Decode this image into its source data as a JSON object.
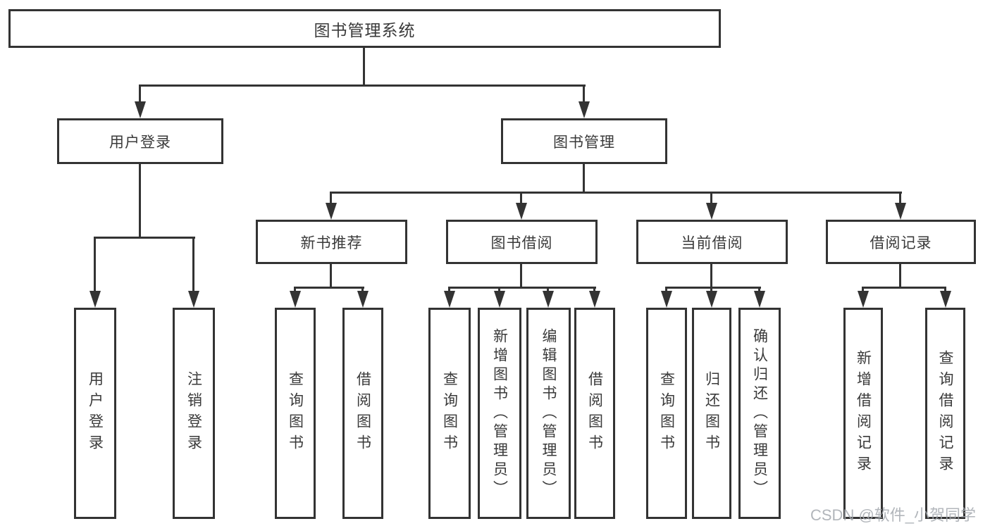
{
  "tree": {
    "root": {
      "label": "图书管理系统"
    },
    "branches": [
      {
        "label": "用户登录",
        "children": [
          {
            "label": "用户登录"
          },
          {
            "label": "注销登录"
          }
        ]
      },
      {
        "label": "图书管理",
        "children": [
          {
            "label": "新书推荐",
            "children": [
              {
                "label": "查询图书"
              },
              {
                "label": "借阅图书"
              }
            ]
          },
          {
            "label": "图书借阅",
            "children": [
              {
                "label": "查询图书"
              },
              {
                "label": "新增图书（管理员）"
              },
              {
                "label": "编辑图书（管理员）"
              },
              {
                "label": "借阅图书"
              }
            ]
          },
          {
            "label": "当前借阅",
            "children": [
              {
                "label": "查询图书"
              },
              {
                "label": "归还图书"
              },
              {
                "label": "确认归还（管理员）"
              }
            ]
          },
          {
            "label": "借阅记录",
            "children": [
              {
                "label": "新增借阅记录"
              },
              {
                "label": "查询借阅记录"
              }
            ]
          }
        ]
      }
    ]
  },
  "watermark": "CSDN @软件_小贺同学",
  "colors": {
    "line": "#333333",
    "text": "#3a3a3a",
    "box_background": "#ffffff",
    "watermark": "#a4a9af"
  }
}
